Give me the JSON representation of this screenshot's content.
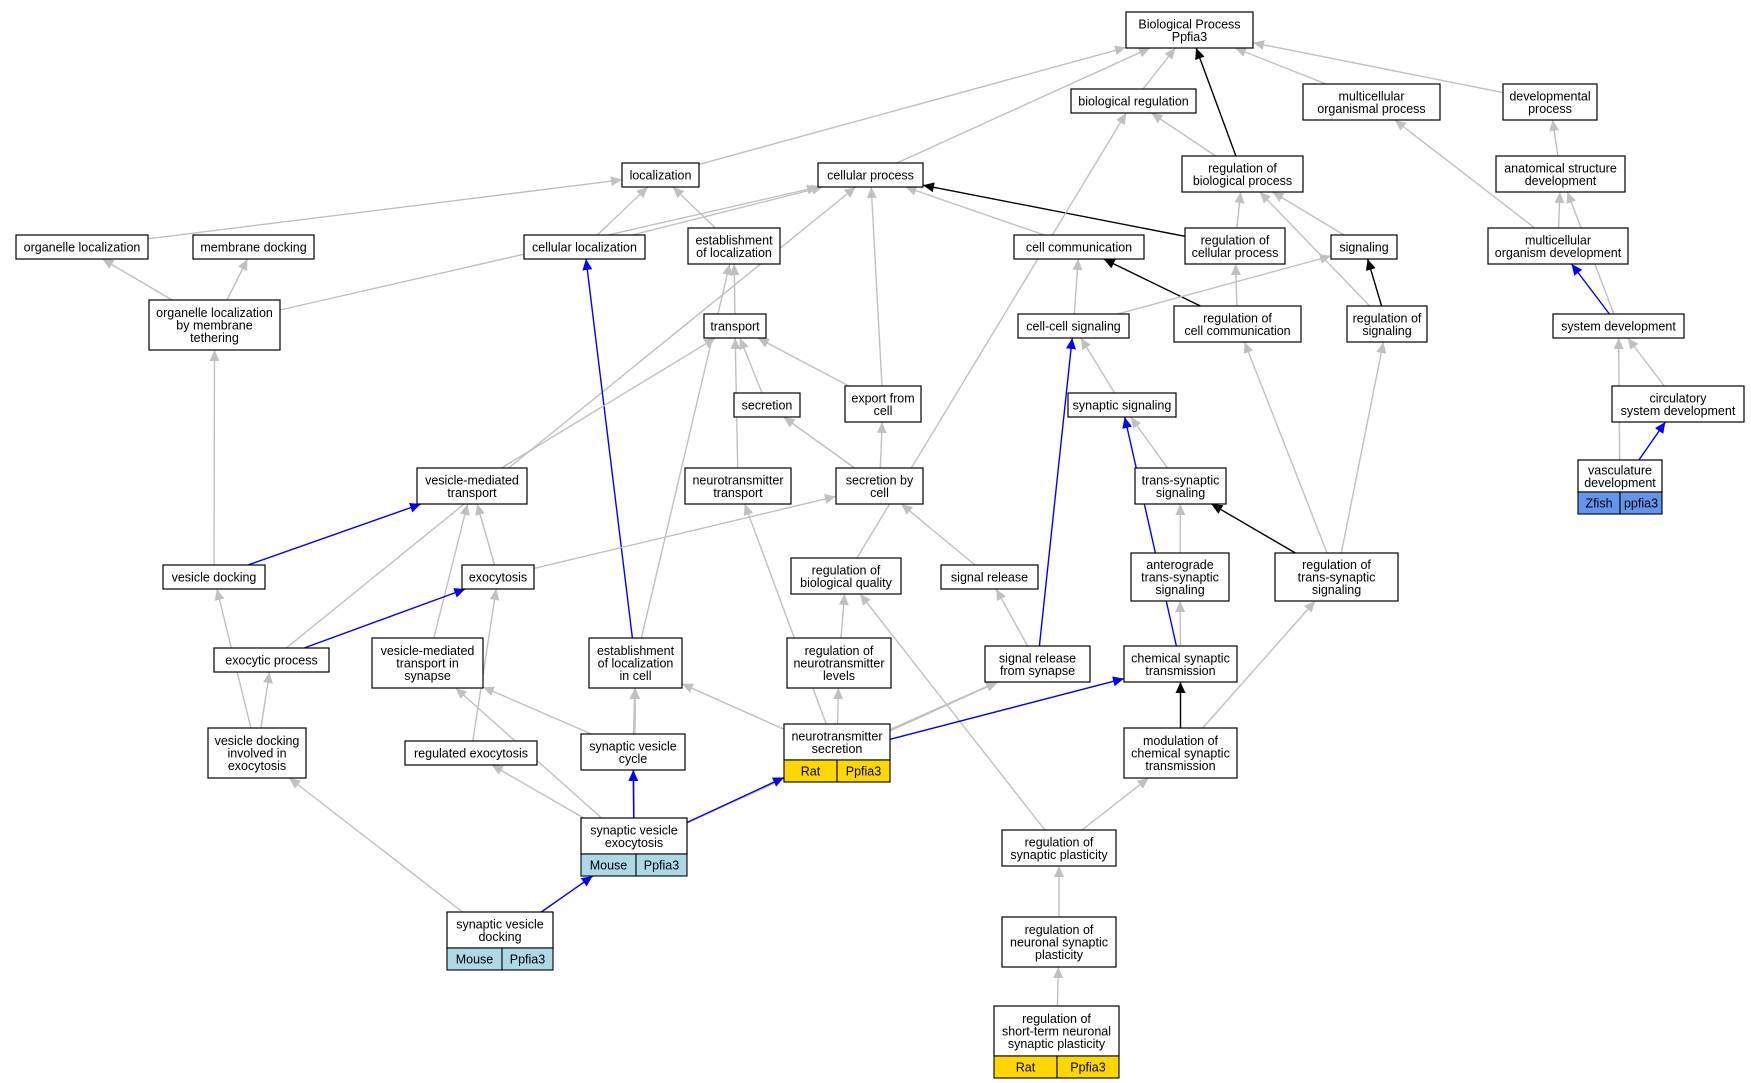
{
  "colors": {
    "grey_edge": "#c0c0c0",
    "blue_edge": "#0000ff",
    "black_edge": "#000000",
    "rat": "#ffd700",
    "mouse": "#add8e6",
    "zfish": "#6495ed"
  },
  "nodes": {
    "bp": [
      "Biological Process",
      "Ppfia3"
    ],
    "bioreg": [
      "biological regulation"
    ],
    "mop": [
      "multicellular",
      "organismal process"
    ],
    "devp": [
      "developmental",
      "process"
    ],
    "loc": [
      "localization"
    ],
    "cellp": [
      "cellular process"
    ],
    "regbp": [
      "regulation of",
      "biological process"
    ],
    "asd": [
      "anatomical structure",
      "development"
    ],
    "orgloc": [
      "organelle localization"
    ],
    "memdock": [
      "membrane docking"
    ],
    "cellloc": [
      "cellular localization"
    ],
    "estloc": [
      "establishment",
      "of localization"
    ],
    "cellcomm": [
      "cell communication"
    ],
    "regcp": [
      "regulation of",
      "cellular process"
    ],
    "signaling": [
      "signaling"
    ],
    "mod": [
      "multicellular",
      "organism development"
    ],
    "olmt": [
      "organelle localization",
      "by membrane",
      "tethering"
    ],
    "transport": [
      "transport"
    ],
    "ccsig": [
      "cell-cell signaling"
    ],
    "regcc": [
      "regulation of",
      "cell communication"
    ],
    "regsig": [
      "regulation of",
      "signaling"
    ],
    "sysdev": [
      "system development"
    ],
    "secretion": [
      "secretion"
    ],
    "export": [
      "export from",
      "cell"
    ],
    "synsig": [
      "synaptic signaling"
    ],
    "circdev": [
      "circulatory",
      "system development"
    ],
    "vmt": [
      "vesicle-mediated",
      "transport"
    ],
    "nttrans": [
      "neurotransmitter",
      "transport"
    ],
    "secbycell": [
      "secretion by",
      "cell"
    ],
    "tss": [
      "trans-synaptic",
      "signaling"
    ],
    "vascdev": [
      "vasculature",
      "development"
    ],
    "vesdock": [
      "vesicle docking"
    ],
    "exocytosis": [
      "exocytosis"
    ],
    "regbq": [
      "regulation of",
      "biological quality"
    ],
    "sigrel": [
      "signal release"
    ],
    "atss": [
      "anterograde",
      "trans-synaptic",
      "signaling"
    ],
    "regtss": [
      "regulation of",
      "trans-synaptic",
      "signaling"
    ],
    "exoproc": [
      "exocytic process"
    ],
    "vmts": [
      "vesicle-mediated",
      "transport in",
      "synapse"
    ],
    "estloccell": [
      "establishment",
      "of localization",
      "in cell"
    ],
    "regntl": [
      "regulation of",
      "neurotransmitter",
      "levels"
    ],
    "sigrelsyn": [
      "signal release",
      "from synapse"
    ],
    "chemsyn": [
      "chemical synaptic",
      "transmission"
    ],
    "vdie": [
      "vesicle docking",
      "involved in",
      "exocytosis"
    ],
    "regexo": [
      "regulated exocytosis"
    ],
    "svc": [
      "synaptic vesicle",
      "cycle"
    ],
    "ntsec": [
      "neurotransmitter",
      "secretion"
    ],
    "modcst": [
      "modulation of",
      "chemical synaptic",
      "transmission"
    ],
    "svexo": [
      "synaptic vesicle",
      "exocytosis"
    ],
    "regsp": [
      "regulation of",
      "synaptic plasticity"
    ],
    "regnsp": [
      "regulation of",
      "neuronal synaptic",
      "plasticity"
    ],
    "svdock": [
      "synaptic vesicle",
      "docking"
    ],
    "regstnsp": [
      "regulation of",
      "short-term neuronal",
      "synaptic plasticity"
    ]
  },
  "annotations": {
    "ntsec": [
      "Rat",
      "Ppfia3"
    ],
    "svexo": [
      "Mouse",
      "Ppfia3"
    ],
    "svdock": [
      "Mouse",
      "Ppfia3"
    ],
    "regstnsp": [
      "Rat",
      "Ppfia3"
    ],
    "vascdev": [
      "Zfish",
      "ppfia3"
    ]
  },
  "edges": [
    [
      "bioreg",
      "bp",
      "grey"
    ],
    [
      "mop",
      "bp",
      "grey"
    ],
    [
      "devp",
      "bp",
      "grey"
    ],
    [
      "loc",
      "bp",
      "grey"
    ],
    [
      "cellp",
      "bp",
      "grey"
    ],
    [
      "regbp",
      "bp",
      "black"
    ],
    [
      "regbp",
      "bioreg",
      "grey"
    ],
    [
      "mod",
      "mop",
      "grey"
    ],
    [
      "asd",
      "devp",
      "grey"
    ],
    [
      "orgloc",
      "loc",
      "grey"
    ],
    [
      "cellloc",
      "loc",
      "grey"
    ],
    [
      "estloc",
      "loc",
      "grey"
    ],
    [
      "cellloc",
      "cellp",
      "grey"
    ],
    [
      "cellcomm",
      "cellp",
      "grey"
    ],
    [
      "regcp",
      "cellp",
      "black"
    ],
    [
      "export",
      "cellp",
      "grey"
    ],
    [
      "olmt",
      "cellp",
      "grey"
    ],
    [
      "exoproc",
      "cellp",
      "grey"
    ],
    [
      "regcp",
      "regbp",
      "grey"
    ],
    [
      "signaling",
      "regbp",
      "grey"
    ],
    [
      "regsig",
      "regbp",
      "grey"
    ],
    [
      "mod",
      "asd",
      "grey"
    ],
    [
      "sysdev",
      "asd",
      "grey"
    ],
    [
      "olmt",
      "orgloc",
      "grey"
    ],
    [
      "olmt",
      "memdock",
      "grey"
    ],
    [
      "estloccell",
      "cellloc",
      "blue"
    ],
    [
      "transport",
      "estloc",
      "grey"
    ],
    [
      "estloccell",
      "estloc",
      "grey"
    ],
    [
      "ccsig",
      "cellcomm",
      "grey"
    ],
    [
      "regcc",
      "cellcomm",
      "black"
    ],
    [
      "regcc",
      "regcp",
      "grey"
    ],
    [
      "ccsig",
      "signaling",
      "grey"
    ],
    [
      "regsig",
      "signaling",
      "black"
    ],
    [
      "sysdev",
      "mod",
      "blue"
    ],
    [
      "vesdock",
      "olmt",
      "grey"
    ],
    [
      "secretion",
      "transport",
      "grey"
    ],
    [
      "export",
      "transport",
      "grey"
    ],
    [
      "vmt",
      "transport",
      "grey"
    ],
    [
      "nttrans",
      "transport",
      "grey"
    ],
    [
      "sigrelsyn",
      "ccsig",
      "blue"
    ],
    [
      "synsig",
      "ccsig",
      "grey"
    ],
    [
      "regtss",
      "regcc",
      "grey"
    ],
    [
      "regtss",
      "regsig",
      "grey"
    ],
    [
      "circdev",
      "sysdev",
      "grey"
    ],
    [
      "vascdev",
      "sysdev",
      "grey"
    ],
    [
      "secbycell",
      "secretion",
      "grey"
    ],
    [
      "secbycell",
      "export",
      "grey"
    ],
    [
      "chemsyn",
      "synsig",
      "blue"
    ],
    [
      "tss",
      "synsig",
      "grey"
    ],
    [
      "vascdev",
      "circdev",
      "blue"
    ],
    [
      "vesdock",
      "vmt",
      "blue"
    ],
    [
      "exocytosis",
      "vmt",
      "grey"
    ],
    [
      "vmts",
      "vmt",
      "grey"
    ],
    [
      "ntsec",
      "nttrans",
      "grey"
    ],
    [
      "exocytosis",
      "secbycell",
      "grey"
    ],
    [
      "sigrel",
      "secbycell",
      "grey"
    ],
    [
      "atss",
      "tss",
      "grey"
    ],
    [
      "regtss",
      "tss",
      "black"
    ],
    [
      "vdie",
      "vesdock",
      "grey"
    ],
    [
      "exoproc",
      "exocytosis",
      "blue"
    ],
    [
      "regexo",
      "exocytosis",
      "grey"
    ],
    [
      "regntl",
      "regbq",
      "grey"
    ],
    [
      "regsp",
      "regbq",
      "grey"
    ],
    [
      "regbq",
      "bioreg",
      "grey"
    ],
    [
      "sigrelsyn",
      "sigrel",
      "grey"
    ],
    [
      "chemsyn",
      "atss",
      "grey"
    ],
    [
      "modcst",
      "regtss",
      "grey"
    ],
    [
      "vdie",
      "exoproc",
      "grey"
    ],
    [
      "svc",
      "vmts",
      "grey"
    ],
    [
      "svexo",
      "vmts",
      "grey"
    ],
    [
      "svc",
      "estloccell",
      "grey"
    ],
    [
      "ntsec",
      "estloccell",
      "grey"
    ],
    [
      "svexo",
      "estloccell",
      "grey"
    ],
    [
      "ntsec",
      "regntl",
      "grey"
    ],
    [
      "ntsec",
      "sigrelsyn",
      "grey"
    ],
    [
      "svexo",
      "sigrelsyn",
      "grey"
    ],
    [
      "ntsec",
      "chemsyn",
      "blue"
    ],
    [
      "modcst",
      "chemsyn",
      "black"
    ],
    [
      "svdock",
      "vdie",
      "grey"
    ],
    [
      "svexo",
      "regexo",
      "grey"
    ],
    [
      "svexo",
      "svc",
      "blue"
    ],
    [
      "svexo",
      "ntsec",
      "blue"
    ],
    [
      "regsp",
      "modcst",
      "grey"
    ],
    [
      "svdock",
      "svexo",
      "blue"
    ],
    [
      "regnsp",
      "regsp",
      "grey"
    ],
    [
      "regstnsp",
      "regnsp",
      "grey"
    ]
  ]
}
